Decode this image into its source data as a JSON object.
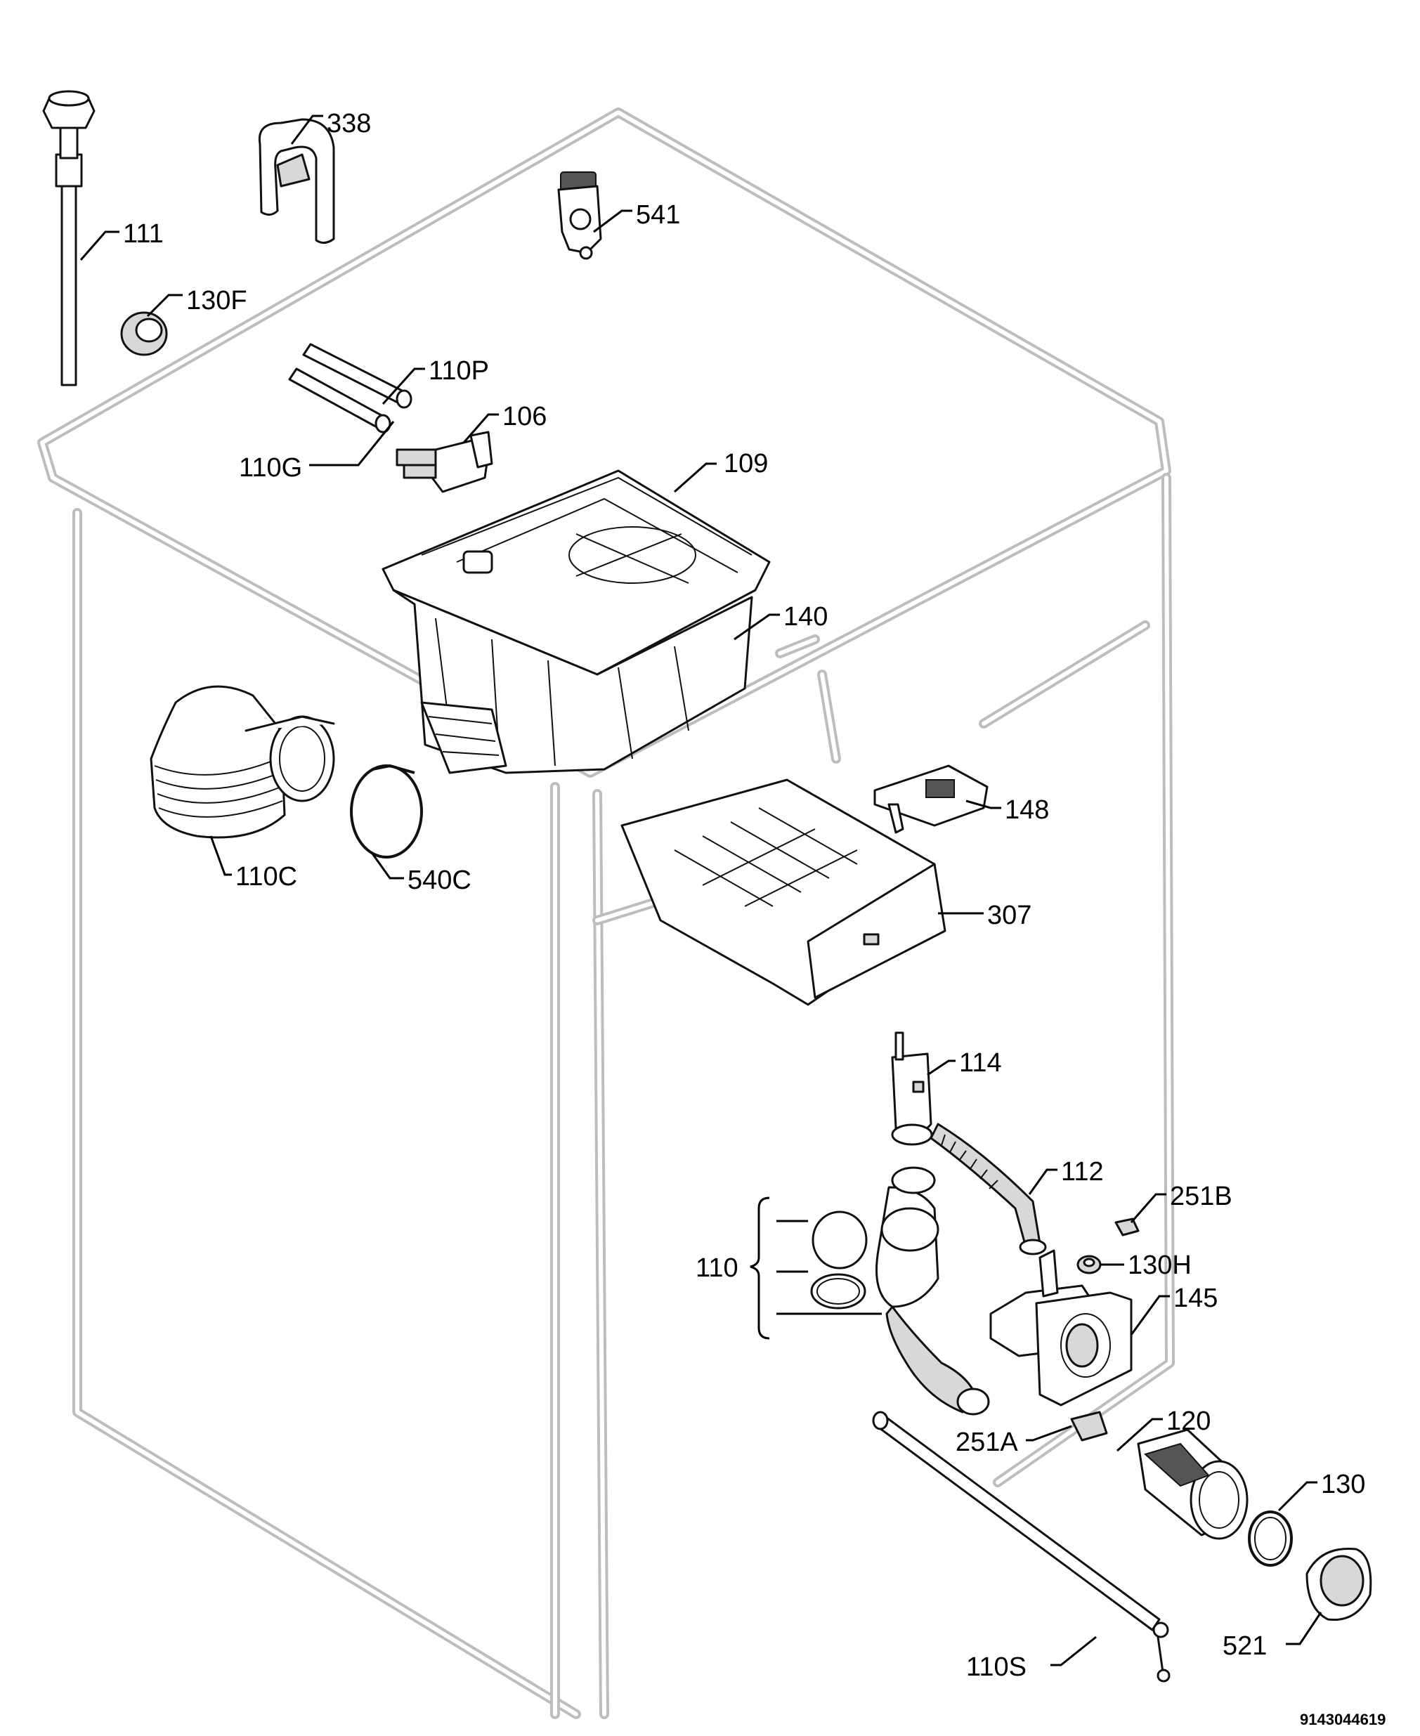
{
  "diagram": {
    "type": "exploded-parts-diagram",
    "reference_code": "9143044619",
    "labels": {
      "p338": "338",
      "p541": "541",
      "p111": "111",
      "p130F": "130F",
      "p110P": "110P",
      "p106": "106",
      "p110G": "110G",
      "p109": "109",
      "p140": "140",
      "p148": "148",
      "p110C": "110C",
      "p540C": "540C",
      "p307": "307",
      "p114": "114",
      "p112": "112",
      "p251B": "251B",
      "p110": "110",
      "p130H": "130H",
      "p145": "145",
      "p120": "120",
      "p251A": "251A",
      "p130": "130",
      "p110S": "110S",
      "p521": "521"
    }
  }
}
